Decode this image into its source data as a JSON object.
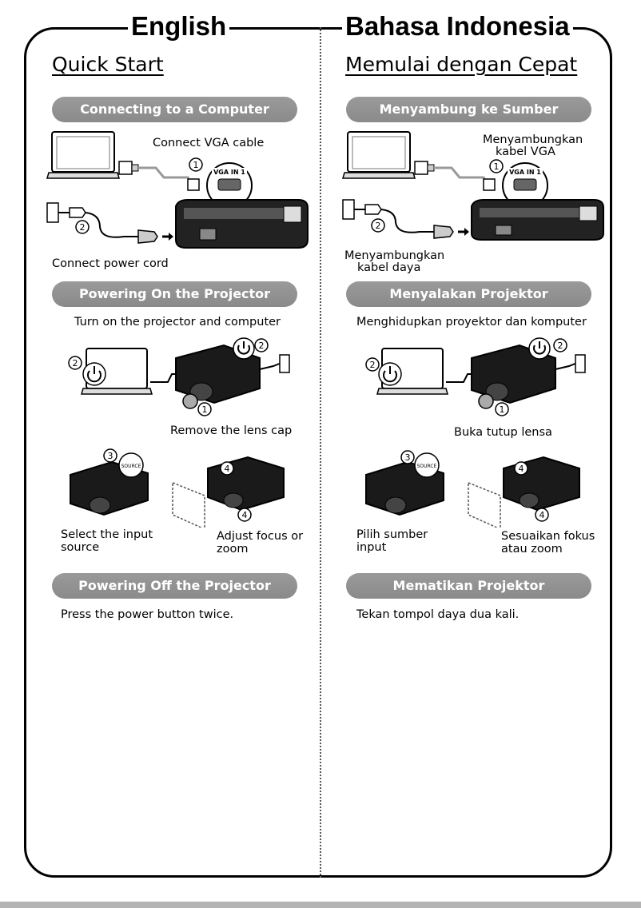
{
  "en": {
    "lang_title": "English",
    "quick_start": "Quick Start",
    "sec_connect": "Connecting to a Computer",
    "connect_vga": "Connect VGA cable",
    "connect_power": "Connect power cord",
    "sec_power_on": "Powering On the Projector",
    "turn_on": "Turn on the projector and computer",
    "remove_cap": "Remove the lens cap",
    "select_input_1": "Select the input",
    "select_input_2": "source",
    "adjust_focus_1": "Adjust focus or",
    "adjust_focus_2": "zoom",
    "sec_power_off": "Powering Off the Projector",
    "press_power": "Press the power button twice."
  },
  "id": {
    "lang_title": "Bahasa Indonesia",
    "quick_start": "Memulai dengan Cepat",
    "sec_connect": "Menyambung ke Sumber",
    "connect_vga_1": "Menyambungkan",
    "connect_vga_2": "kabel VGA",
    "connect_power_1": "Menyambungkan",
    "connect_power_2": "kabel daya",
    "sec_power_on": "Menyalakan Projektor",
    "turn_on": "Menghidupkan proyektor dan komputer",
    "remove_cap": "Buka tutup lensa",
    "select_input_1": "Pilih sumber",
    "select_input_2": "input",
    "adjust_focus_1": "Sesuaikan fokus",
    "adjust_focus_2": "atau zoom",
    "sec_power_off": "Mematikan Projektor",
    "press_power": "Tekan tompol daya dua kali."
  },
  "diagram": {
    "port_label": "VGA IN 1",
    "source_label": "SOURCE",
    "step_1": "1",
    "step_2": "2",
    "step_3": "3",
    "step_4": "4"
  }
}
